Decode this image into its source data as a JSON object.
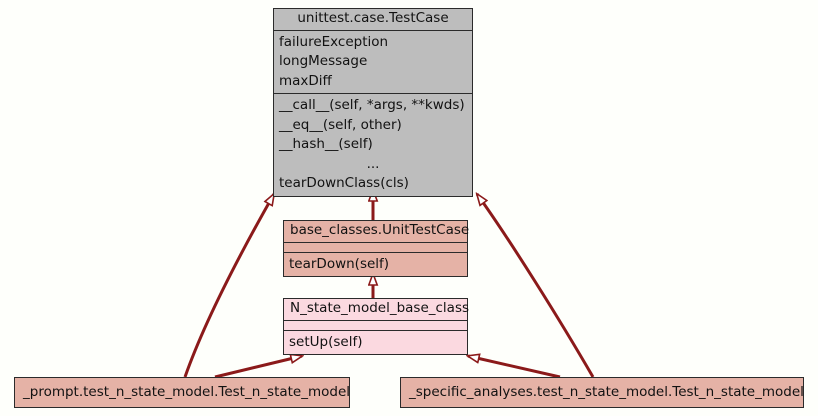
{
  "diagram": {
    "type": "uml-class-diagram",
    "background_color": "#fefffb",
    "edge_color": "#8b1a1a",
    "border_color": "#2b2b2b"
  },
  "classes": {
    "testcase": {
      "name": "unittest.case.TestCase",
      "fill": "#bdbdbd",
      "attributes": [
        "failureException",
        "longMessage",
        "maxDiff"
      ],
      "methods": [
        "__call__(self, *args, **kwds)",
        "__eq__(self, other)",
        "__hash__(self)",
        "...",
        "tearDownClass(cls)"
      ]
    },
    "unittestcase": {
      "name": "base_classes.UnitTestCase",
      "fill": "#e5b2a6",
      "attributes": [],
      "methods": [
        "tearDown(self)"
      ]
    },
    "nstatebase": {
      "name": "N_state_model_base_class",
      "fill": "#fbd9e0",
      "attributes": [],
      "methods": [
        "setUp(self)"
      ]
    },
    "prompt_leaf": {
      "name": "_prompt.test_n_state_model.Test_n_state_model",
      "fill": "#e5b2a6"
    },
    "specific_leaf": {
      "name": "_specific_analyses.test_n_state_model.Test_n_state_model",
      "fill": "#e5b2a6"
    }
  },
  "relationships": [
    {
      "from": "unittestcase",
      "to": "testcase",
      "kind": "inheritance"
    },
    {
      "from": "prompt_leaf",
      "to": "testcase",
      "kind": "inheritance"
    },
    {
      "from": "specific_leaf",
      "to": "testcase",
      "kind": "inheritance"
    },
    {
      "from": "nstatebase",
      "to": "unittestcase",
      "kind": "inheritance"
    },
    {
      "from": "prompt_leaf",
      "to": "nstatebase",
      "kind": "inheritance"
    },
    {
      "from": "specific_leaf",
      "to": "nstatebase",
      "kind": "inheritance"
    }
  ]
}
